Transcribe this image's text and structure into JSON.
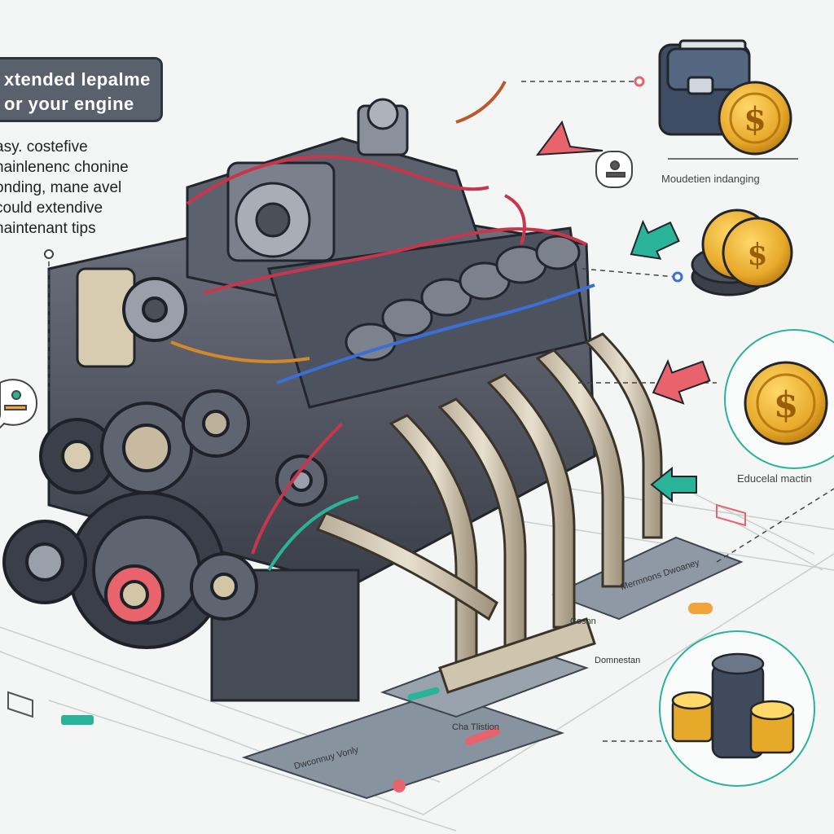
{
  "title": {
    "line1": "xtended lepalme",
    "line2": "or your engine"
  },
  "tips": {
    "line1": "asy. costefive",
    "line2": "nainlenenc chonine",
    "line3": "onding, mane avel",
    "line4": "could extendive",
    "line5": "naintenant tips"
  },
  "labels": {
    "wallet_caption": "Moudetien indanging",
    "coin_circle_caption": "Educelal mactin",
    "panel_right": "Mermnons Dwoaney",
    "panel_mid": "Domnestan",
    "panel_small": "Cosnn",
    "panel_left": "Dwconnuy Vonly",
    "cost_tag": "Cha Tlistion"
  },
  "colors": {
    "accent_red": "#e8636b",
    "accent_teal": "#2bb39a",
    "coin_gold": "#e7a92a",
    "title_bg": "#59616c"
  }
}
